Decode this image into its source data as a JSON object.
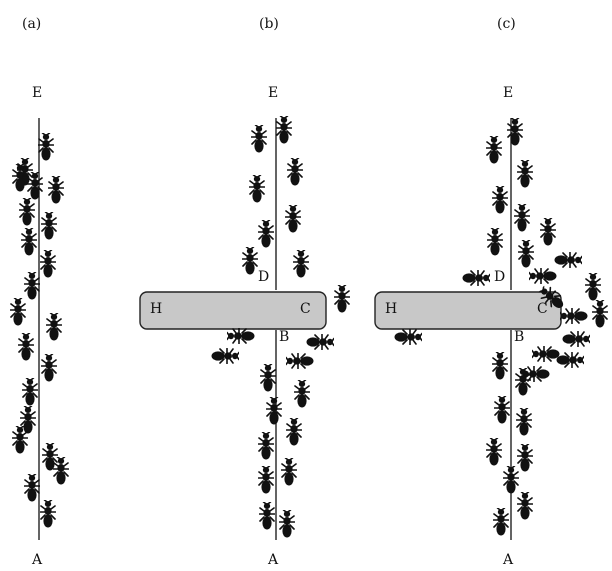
{
  "panels": [
    {
      "label": "(a)",
      "top_point": "E",
      "bottom_point": "A"
    },
    {
      "label": "(b)",
      "top_point": "E",
      "bottom_point": "A",
      "bar": {
        "left_label": "H",
        "right_label": "C"
      },
      "junction_labels": {
        "above": "D",
        "below": "B"
      }
    },
    {
      "label": "(c)",
      "top_point": "E",
      "bottom_point": "A",
      "bar": {
        "left_label": "H",
        "right_label": "C"
      },
      "junction_labels": {
        "above": "D",
        "below": "B"
      }
    }
  ],
  "colors": {
    "line": "#111111",
    "ant": "#111111",
    "bar_fill": "#c8c8c8",
    "bar_stroke": "#222222"
  },
  "icons": {
    "insect": "ant-icon"
  }
}
